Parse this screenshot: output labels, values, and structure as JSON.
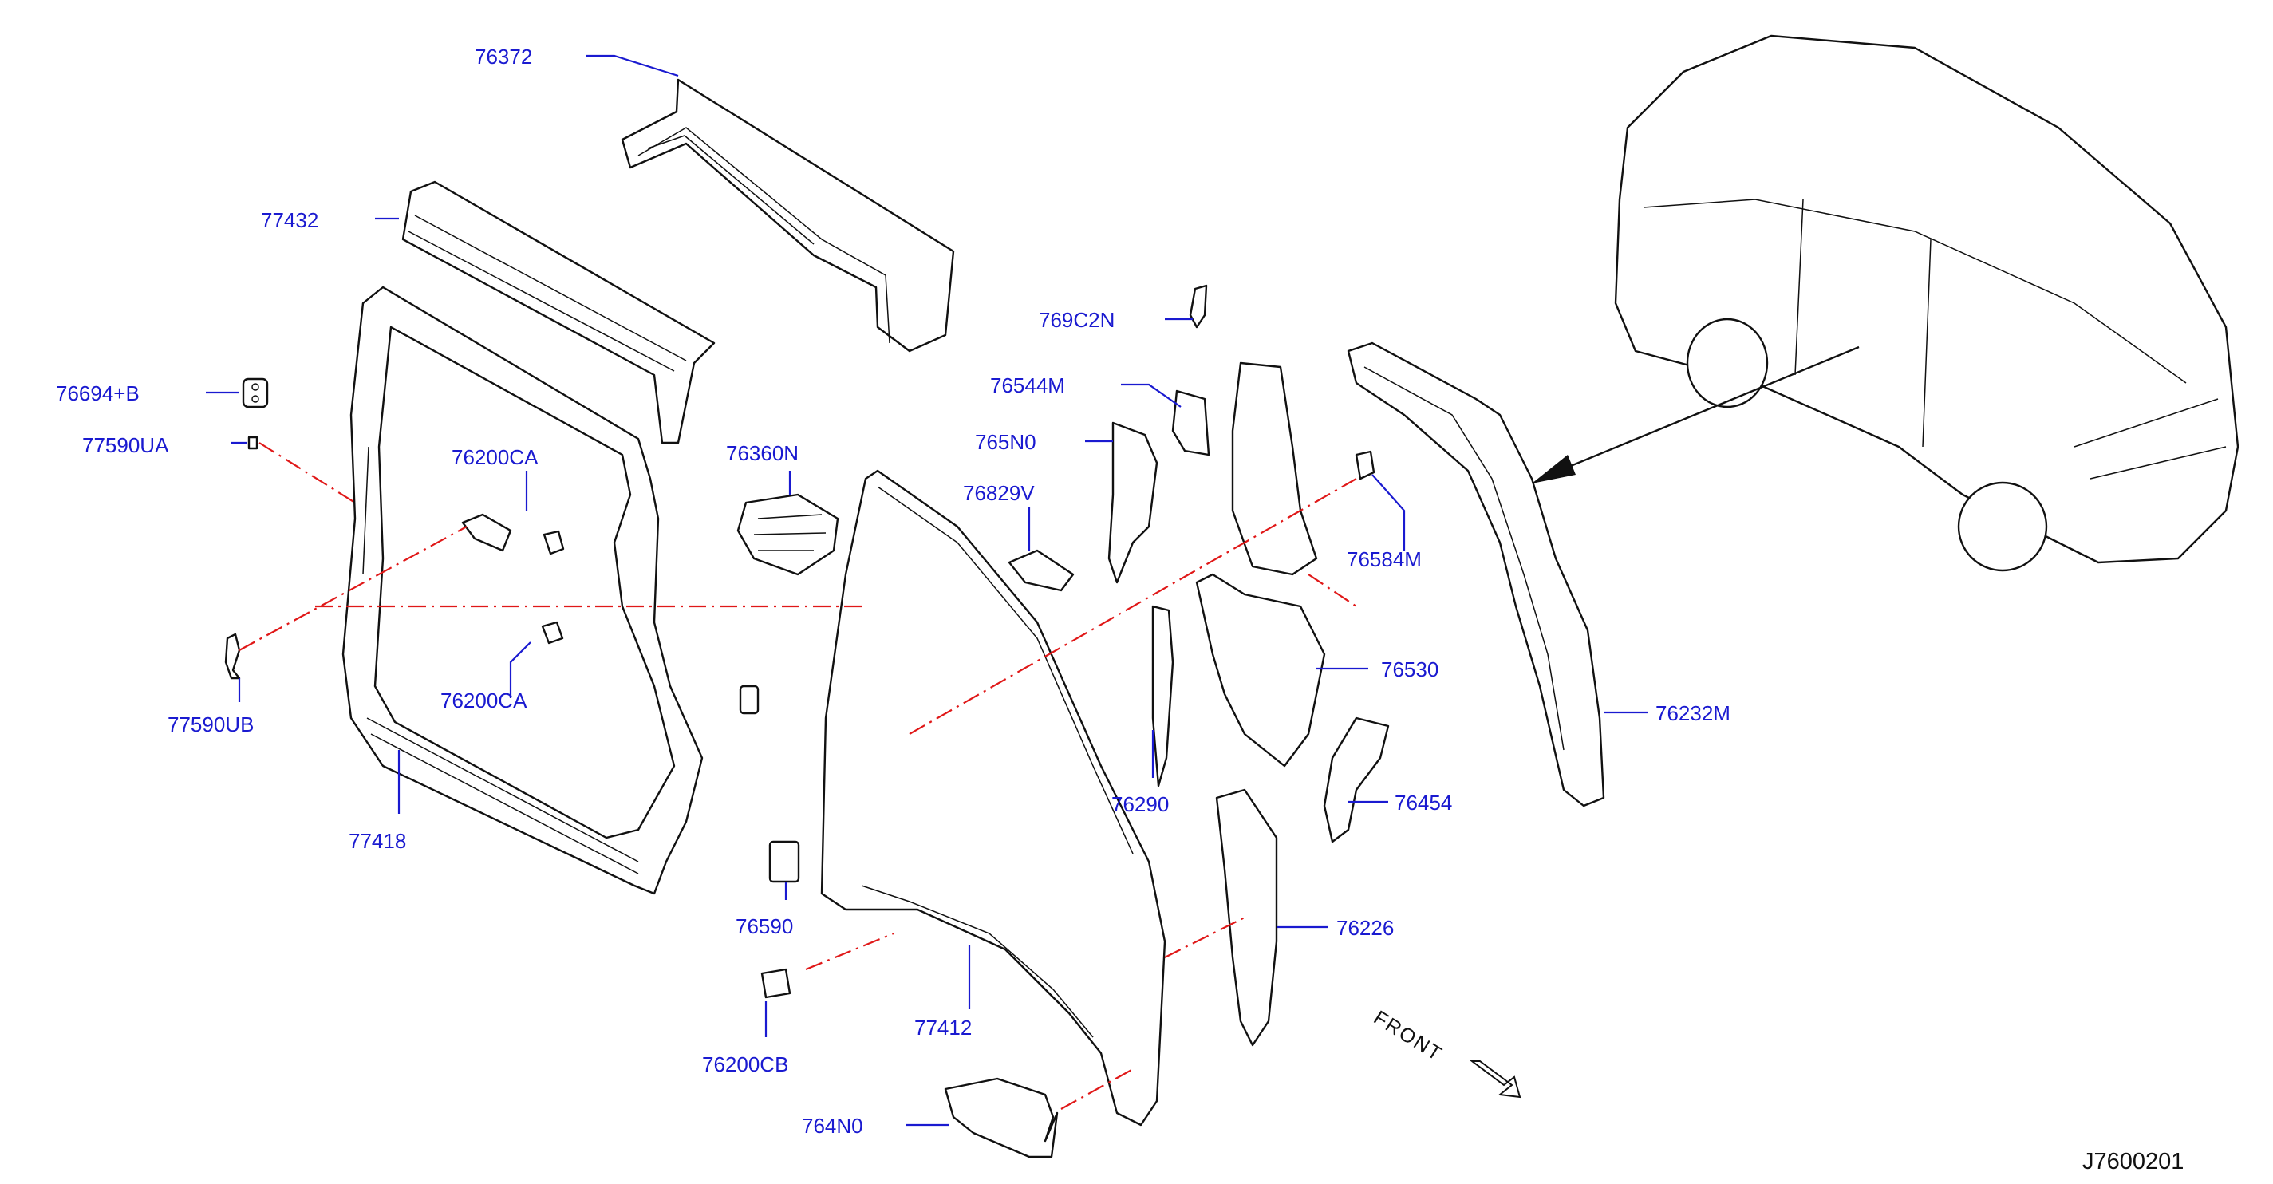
{
  "diagram_code": "J7600201",
  "direction_label": "FRONT",
  "callouts": [
    {
      "id": "p76372",
      "text": "76372"
    },
    {
      "id": "p77432",
      "text": "77432"
    },
    {
      "id": "p76694B",
      "text": "76694+B"
    },
    {
      "id": "p77590UA",
      "text": "77590UA"
    },
    {
      "id": "p76200CA_top",
      "text": "76200CA"
    },
    {
      "id": "p76200CA_bottom",
      "text": "76200CA"
    },
    {
      "id": "p77590UB",
      "text": "77590UB"
    },
    {
      "id": "p77418",
      "text": "77418"
    },
    {
      "id": "p76360N",
      "text": "76360N"
    },
    {
      "id": "p76590",
      "text": "76590"
    },
    {
      "id": "p76200CB",
      "text": "76200CB"
    },
    {
      "id": "p764N0",
      "text": "764N0"
    },
    {
      "id": "p77412",
      "text": "77412"
    },
    {
      "id": "p769C2N",
      "text": "769C2N"
    },
    {
      "id": "p76544M",
      "text": "76544M"
    },
    {
      "id": "p765N0",
      "text": "765N0"
    },
    {
      "id": "p76829V",
      "text": "76829V"
    },
    {
      "id": "p76290",
      "text": "76290"
    },
    {
      "id": "p76584M",
      "text": "76584M"
    },
    {
      "id": "p76530",
      "text": "76530"
    },
    {
      "id": "p76454",
      "text": "76454"
    },
    {
      "id": "p76226",
      "text": "76226"
    },
    {
      "id": "p76232M",
      "text": "76232M"
    }
  ]
}
